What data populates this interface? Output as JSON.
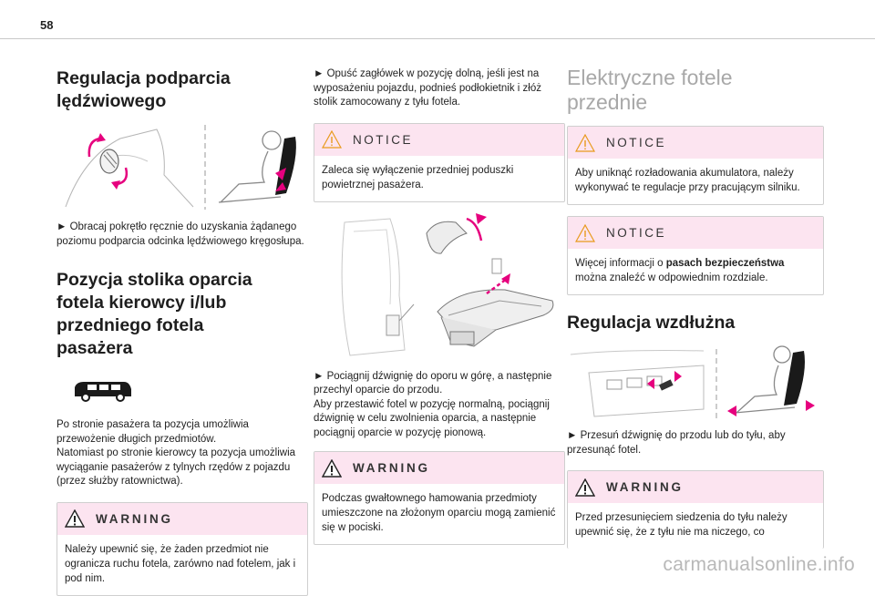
{
  "page": {
    "number": "58",
    "watermark": "carmanualsonline.info"
  },
  "left": {
    "h_lumbar": "Regulacja podparcia lędźwiowego",
    "lumbar_text": "► Obracaj pokrętło ręcznie do uzyskania żądanego poziomu podparcia odcinka lędźwiowego kręgosłupa.",
    "h_table": "Pozycja stolika oparcia fotela kierowcy i/lub przedniego fotela pasażera",
    "table_text": "Po stronie pasażera ta pozycja umożliwia przewożenie długich przedmiotów.\nNatomiast po stronie kierowcy ta pozycja umożliwia wyciąganie pasażerów z tylnych rzędów z pojazdu (przez służby ratownictwa).",
    "warning_title": "WARNING",
    "warning_text": "Należy upewnić się, że żaden przedmiot nie ogranicza ruchu fotela, zarówno nad fotelem, jak i pod nim."
  },
  "middle": {
    "intro_text": "► Opuść zagłówek w pozycję dolną, jeśli jest na wyposażeniu pojazdu, podnieś podłokietnik i złóż stolik zamocowany z tyłu fotela.",
    "notice_title": "NOTICE",
    "notice_text": "Zaleca się wyłączenie przedniej poduszki powietrznej pasażera.",
    "steps_text": "► Pociągnij dźwignię do oporu w górę, a następnie przechyl oparcie do przodu.\nAby przestawić fotel w pozycję normalną, pociągnij dźwignię w celu zwolnienia oparcia, a następnie pociągnij oparcie w pozycję pionową.",
    "warning_title": "WARNING",
    "warning_text": "Podczas gwałtownego hamowania przedmioty umieszczone na złożonym oparciu mogą zamienić się w pociski."
  },
  "right": {
    "h_electric": "Elektryczne fotele przednie",
    "notice1_title": "NOTICE",
    "notice1_text": "Aby uniknąć rozładowania akumulatora, należy wykonywać te regulacje przy pracującym silniku.",
    "notice2_title": "NOTICE",
    "notice2_pre": "Więcej informacji o ",
    "notice2_bold": "pasach bezpieczeństwa",
    "notice2_post": " można znaleźć w odpowiednim rozdziale.",
    "h_longitudinal": "Regulacja wzdłużna",
    "long_text": "► Przesuń dźwignię do przodu lub do tyłu, aby przesunąć fotel.",
    "warning_title": "WARNING",
    "warning_text": "Przed przesunięciem siedzenia do tyłu należy upewnić się, że z tyłu nie ma niczego, co"
  },
  "colors": {
    "box_header": "#fce4f0",
    "arrow": "#e6007e",
    "heading_grey": "#a8a8a8"
  }
}
